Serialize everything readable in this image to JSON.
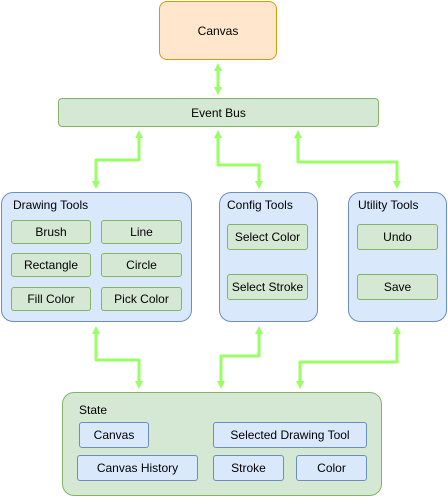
{
  "nodes": {
    "canvas": "Canvas",
    "event_bus": "Event Bus"
  },
  "drawing_tools": {
    "title": "Drawing Tools",
    "items": [
      "Brush",
      "Line",
      "Rectangle",
      "Circle",
      "Fill Color",
      "Pick Color"
    ]
  },
  "config_tools": {
    "title": "Config Tools",
    "items": [
      "Select Color",
      "Select Stroke"
    ]
  },
  "utility_tools": {
    "title": "Utility Tools",
    "items": [
      "Undo",
      "Save"
    ]
  },
  "state": {
    "title": "State",
    "items": [
      "Canvas",
      "Selected Drawing Tool",
      "Canvas History",
      "Stroke",
      "Color"
    ]
  },
  "colors": {
    "connector": "#99ff66",
    "green_fill": "#d5e8d4",
    "green_stroke": "#82b366",
    "blue_fill": "#dae8fc",
    "blue_stroke": "#6c8ebf",
    "orange_fill": "#ffe6cc",
    "orange_stroke": "#d79b00"
  }
}
